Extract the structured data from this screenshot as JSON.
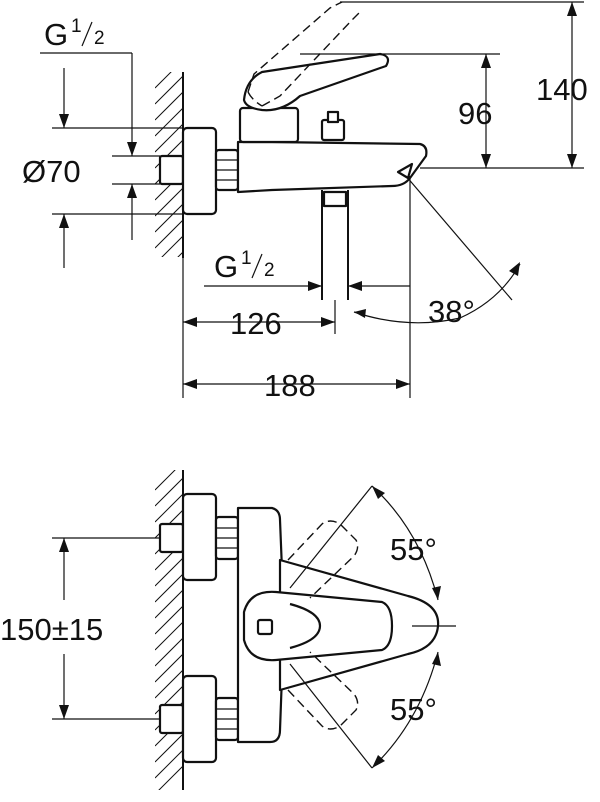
{
  "top_view": {
    "thread_top_left": {
      "base": "G",
      "num": "1",
      "den": "2"
    },
    "diameter": "Ø70",
    "height_lever": "96",
    "height_total": "140",
    "thread_outlet": {
      "base": "G",
      "num": "1",
      "den": "2"
    },
    "width_outlet": "126",
    "width_total": "188",
    "spout_angle": "38°"
  },
  "bottom_view": {
    "center_distance": "150±15",
    "angle_upper": "55°",
    "angle_lower": "55°"
  }
}
